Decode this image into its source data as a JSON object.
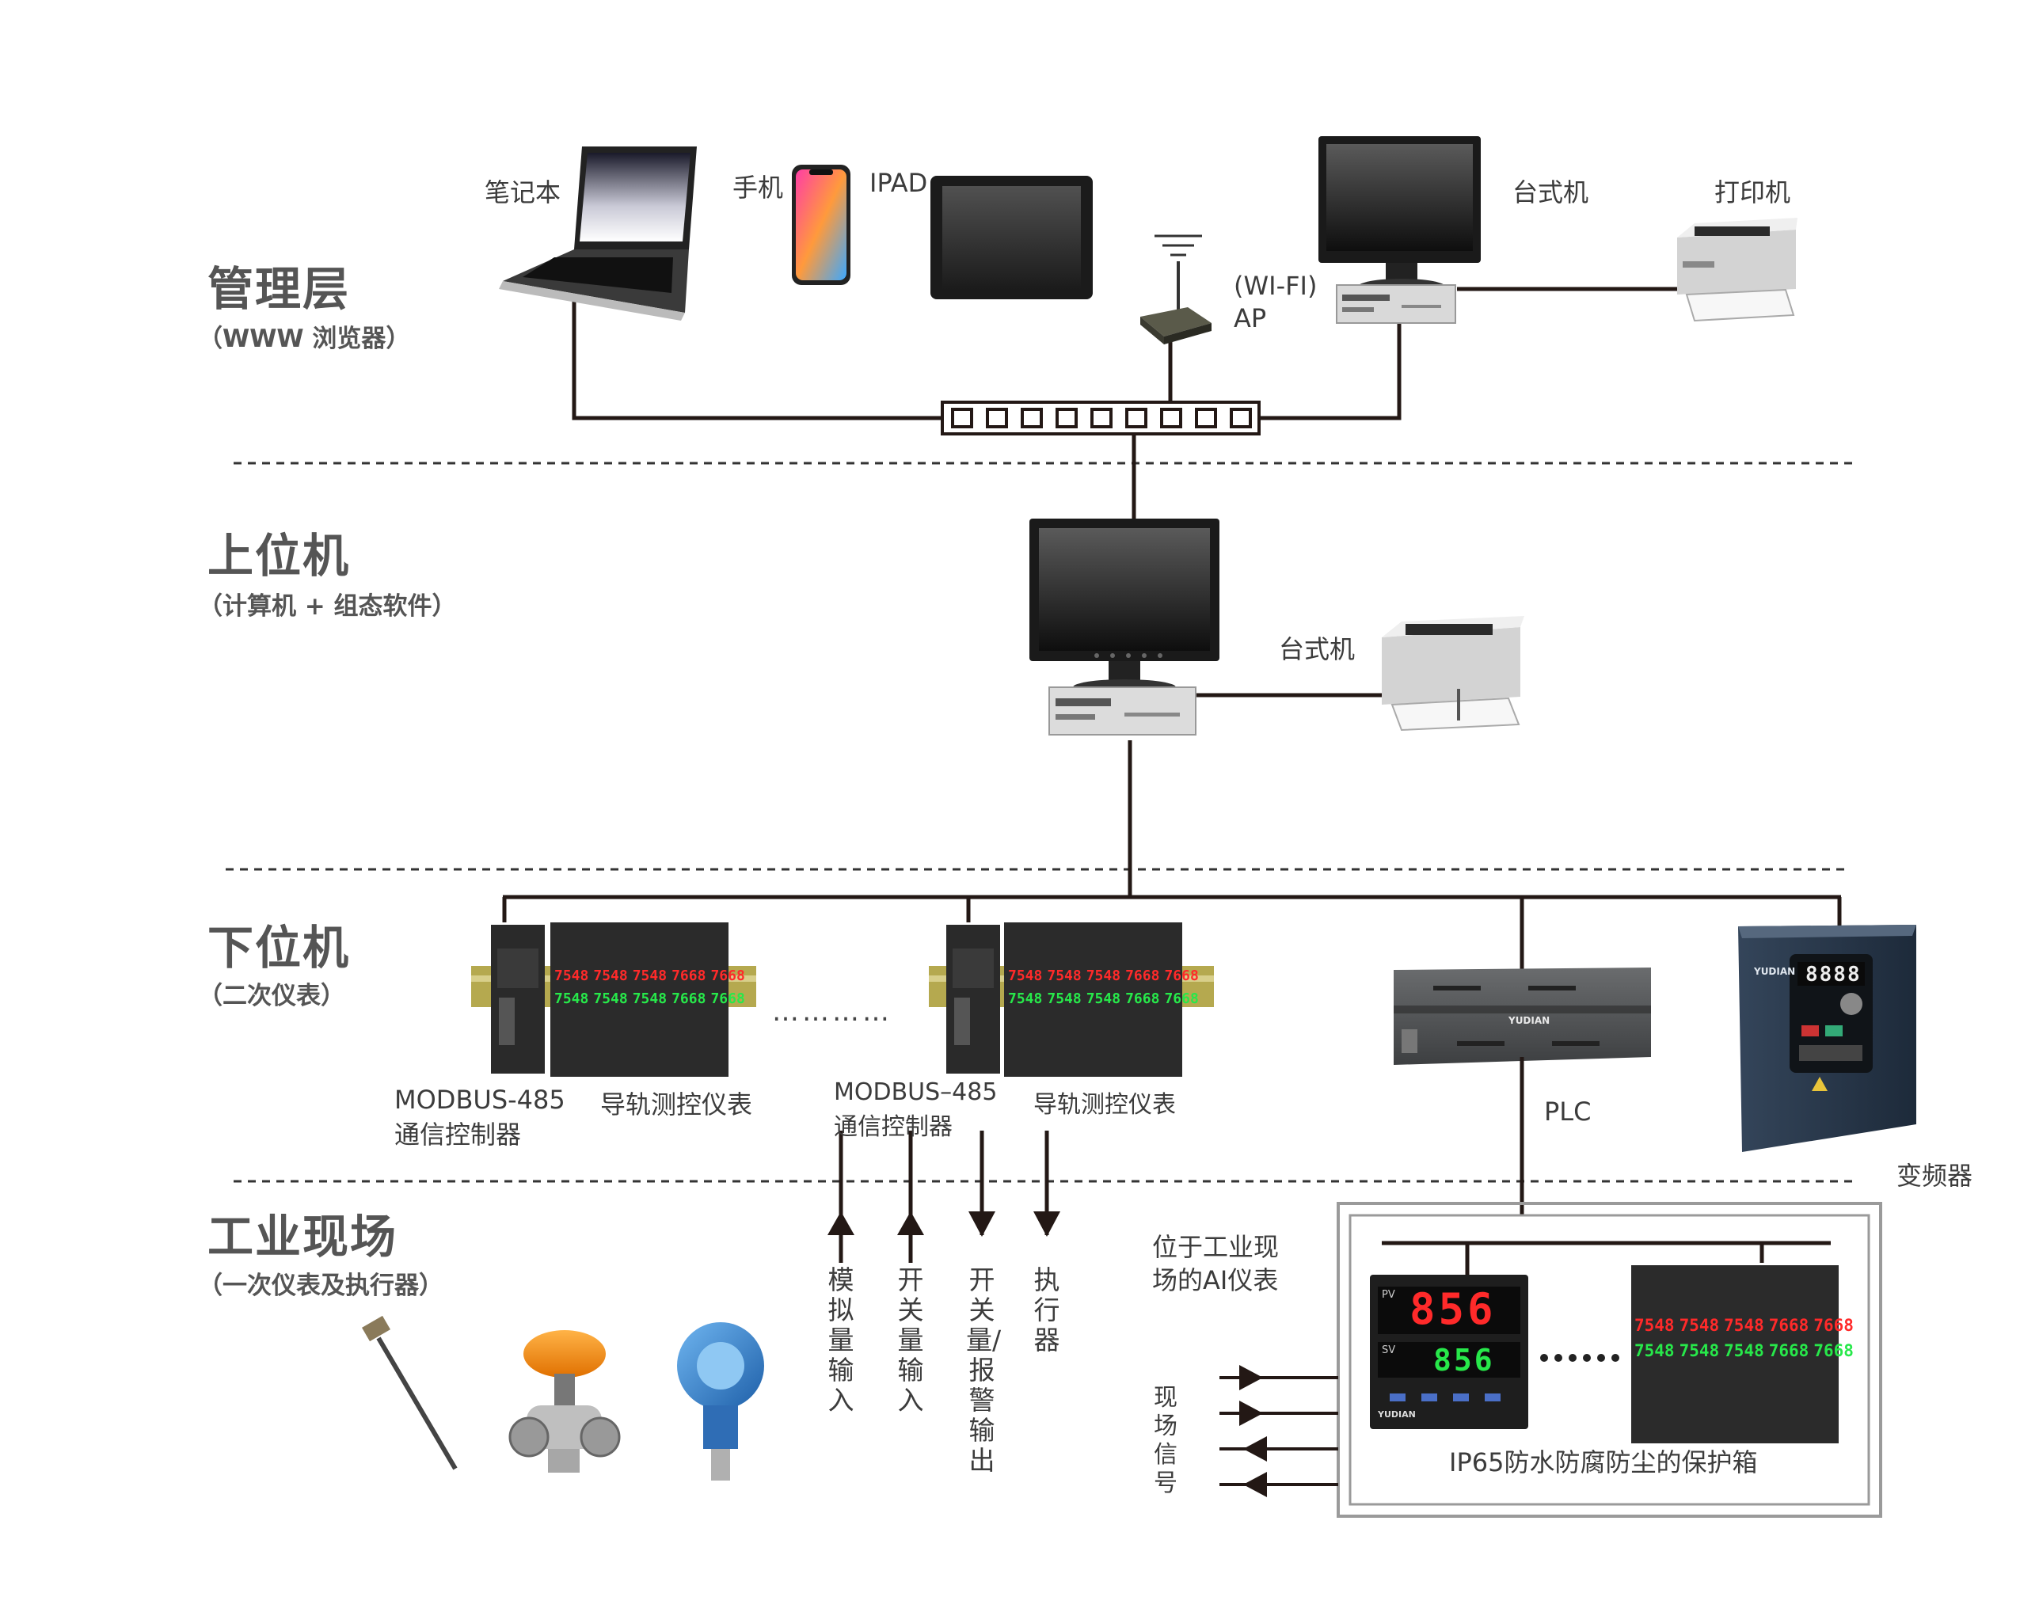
{
  "layers": {
    "management": {
      "title": "管理层",
      "subtitle": "（WWW 浏览器）"
    },
    "host": {
      "title": "上位机",
      "subtitle": "（计算机 + 组态软件）"
    },
    "lower": {
      "title": "下位机",
      "subtitle": "（二次仪表）"
    },
    "field": {
      "title": "工业现场",
      "subtitle": "（一次仪表及执行器）"
    }
  },
  "management_devices": {
    "laptop": "笔记本",
    "phone": "手机",
    "ipad": "IPAD",
    "ap_line1": "(WI-FI)",
    "ap_line2": "AP",
    "desktop": "台式机",
    "printer": "打印机"
  },
  "host_devices": {
    "desktop": "台式机"
  },
  "lower_devices": {
    "modbus1_line1": "MODBUS-485",
    "modbus1_line2": "通信控制器",
    "rail1": "导轨测控仪表",
    "ellipsis": "…………",
    "modbus2_line1": "MODBUS–485",
    "modbus2_line2": "通信控制器",
    "rail2": "导轨测控仪表",
    "plc": "PLC",
    "inverter": "变频器"
  },
  "io_signals": [
    {
      "label": "模拟量输入",
      "direction": "up"
    },
    {
      "label": "开关量输入",
      "direction": "up"
    },
    {
      "label": "开关量/报警输出",
      "direction": "down"
    },
    {
      "label": "执行器",
      "direction": "down"
    }
  ],
  "field_box": {
    "ai_label_line1": "位于工业现",
    "ai_label_line2": "场的AI仪表",
    "signal_label": "现场信号",
    "box_caption": "IP65防水防腐防尘的保护箱",
    "pv_value": "856",
    "sv_value": "856",
    "pv_tag": "PV",
    "sv_tag": "SV"
  },
  "meter_readouts": {
    "upper": [
      "7548",
      "7548",
      "7548",
      "7668",
      "7668"
    ],
    "lower": [
      "7548",
      "7548",
      "7548",
      "7668",
      "7668"
    ]
  },
  "brand": "YUDIAN",
  "inverter_display": "8888",
  "colors": {
    "line": "#231815",
    "red_led": "#ff2a2a",
    "green_led": "#27e84a",
    "device_dark": "#2b2b2b",
    "text": "#3c3c3c"
  }
}
